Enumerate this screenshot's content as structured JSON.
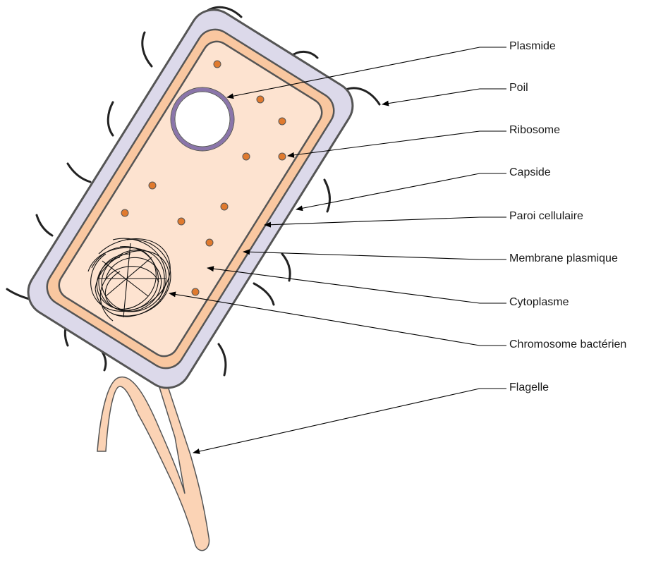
{
  "labels": [
    {
      "id": "plasmide",
      "text": "Plasmide"
    },
    {
      "id": "poil",
      "text": "Poil"
    },
    {
      "id": "ribosome",
      "text": "Ribosome"
    },
    {
      "id": "capside",
      "text": "Capside"
    },
    {
      "id": "paroi",
      "text": "Paroi cellulaire"
    },
    {
      "id": "membrane",
      "text": "Membrane plasmique"
    },
    {
      "id": "cytoplasme",
      "text": "Cytoplasme"
    },
    {
      "id": "chromosome",
      "text": "Chromosome bactérien"
    },
    {
      "id": "flagelle",
      "text": "Flagelle"
    }
  ],
  "colors": {
    "capsule": "#dcd9ea",
    "wall": "#f9c7a0",
    "cytoplasm": "#fde3d0",
    "ribosome": "#e07a2e",
    "plasmid": "#8a75aa",
    "outline": "#555555",
    "flagellum": "#fbd3b5"
  }
}
